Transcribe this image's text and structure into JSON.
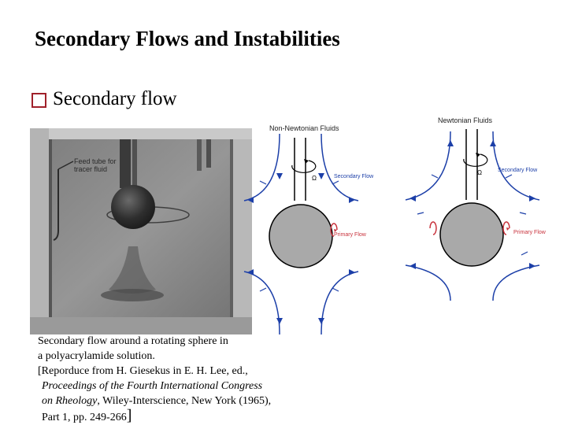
{
  "slide": {
    "title": "Secondary Flows and Instabilities",
    "bullet": "Secondary flow"
  },
  "photo": {
    "label_line1": "Feed tube for",
    "label_line2": "tracer fluid"
  },
  "diagrams": {
    "non_newtonian": {
      "title": "Non-Newtonian Fluids",
      "omega": "Ω",
      "secondary_label": "Secondary Flow",
      "primary_label": "Primary Flow"
    },
    "newtonian": {
      "title": "Newtonian Fluids",
      "omega": "Ω",
      "secondary_label": "Secondary Flow",
      "primary_label": "Primary Flow"
    }
  },
  "caption": {
    "line1": "Secondary flow around a rotating sphere in",
    "line2": "a polyacrylamide solution.",
    "line3": "[Reporduce from H. Giesekus in E. H. Lee, ed.,",
    "line4": "Proceedings of the Fourth International Congress",
    "line5a": "on Rheology",
    "line5b": ", Wiley-Interscience, New York (1965),",
    "line6": "Part 1, pp. 249-266",
    "close_bracket": "]"
  },
  "colors": {
    "flow_blue": "#1c3fa8",
    "primary_red": "#c8323c",
    "sphere_gray": "#a9a9a9",
    "bullet_red": "#a0202a"
  }
}
